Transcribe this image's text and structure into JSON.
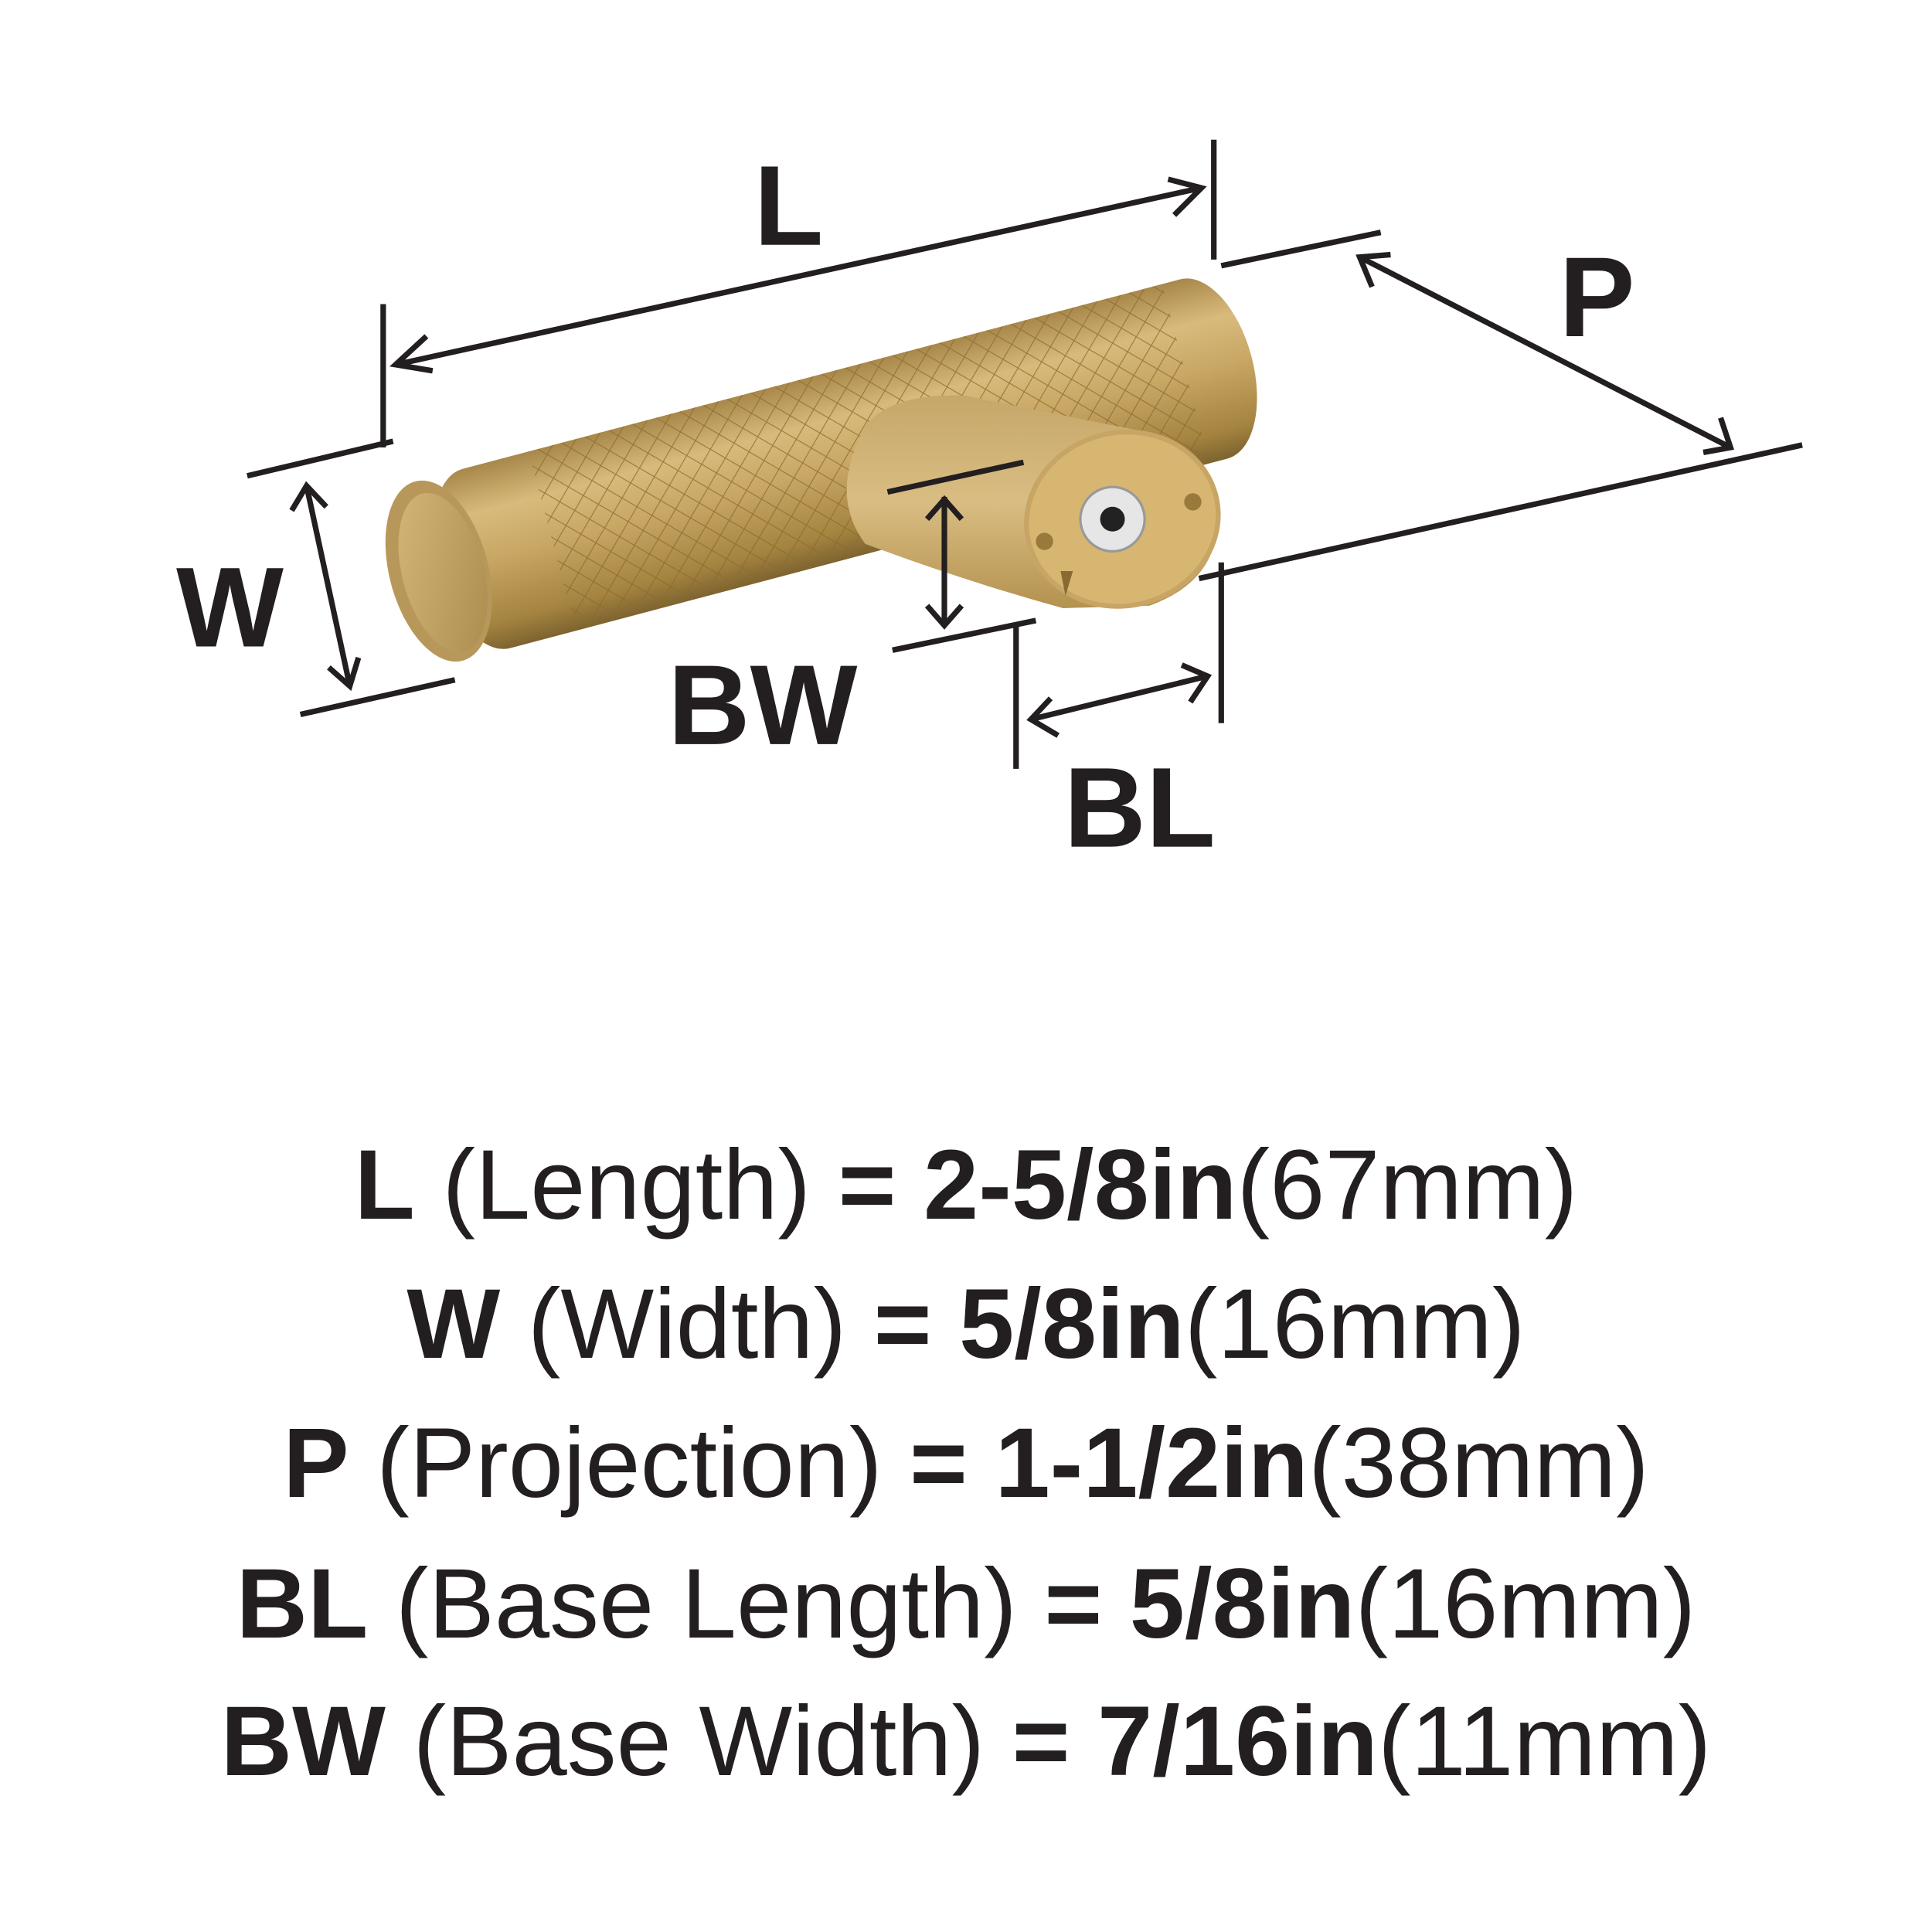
{
  "diagram": {
    "labels": {
      "length": "L",
      "projection": "P",
      "width": "W",
      "base_width": "BW",
      "base_length": "BL"
    },
    "colors": {
      "brass": "#c9a765",
      "brass_dark": "#9c7c3f",
      "ink": "#231f20",
      "chrome": "#d8d8d8"
    }
  },
  "specs": [
    {
      "code": "L",
      "name": "(Length)",
      "eq": "=",
      "imperial": "2-5/8in",
      "metric": "(67mm)"
    },
    {
      "code": "W",
      "name": "(Width)",
      "eq": "=",
      "imperial": "5/8in",
      "metric": "(16mm)"
    },
    {
      "code": "P",
      "name": "(Projection)",
      "eq": "=",
      "imperial": "1-1/2in",
      "metric": "(38mm)"
    },
    {
      "code": "BL",
      "name": "(Base Length)",
      "eq": "=",
      "imperial": "5/8in",
      "metric": "(16mm)"
    },
    {
      "code": "BW",
      "name": "(Base Width)",
      "eq": "=",
      "imperial": "7/16in",
      "metric": "(11mm)"
    }
  ]
}
